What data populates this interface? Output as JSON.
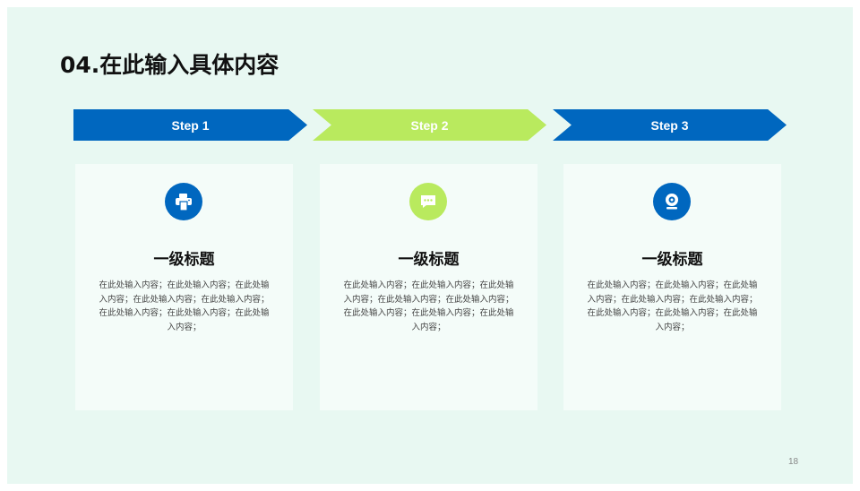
{
  "title": "04.在此输入具体内容",
  "colors": {
    "blue": "#0067bf",
    "green": "#b9ea5e",
    "background": "#e8f8f2"
  },
  "steps": [
    {
      "label": "Step 1",
      "color": "#0067bf"
    },
    {
      "label": "Step 2",
      "color": "#b9ea5e"
    },
    {
      "label": "Step 3",
      "color": "#0067bf"
    }
  ],
  "cards": [
    {
      "icon": "printer-icon",
      "heading": "一级标题",
      "body": "在此处输入内容；在此处输入内容；在此处输入内容；在此处输入内容；在此处输入内容；在此处输入内容；在此处输入内容；在此处输入内容；"
    },
    {
      "icon": "chat-icon",
      "heading": "一级标题",
      "body": "在此处输入内容；在此处输入内容；在此处输入内容；在此处输入内容；在此处输入内容；在此处输入内容；在此处输入内容；在此处输入内容；"
    },
    {
      "icon": "webcam-icon",
      "heading": "一级标题",
      "body": "在此处输入内容；在此处输入内容；在此处输入内容；在此处输入内容；在此处输入内容；在此处输入内容；在此处输入内容；在此处输入内容；"
    }
  ],
  "page_number": "18"
}
